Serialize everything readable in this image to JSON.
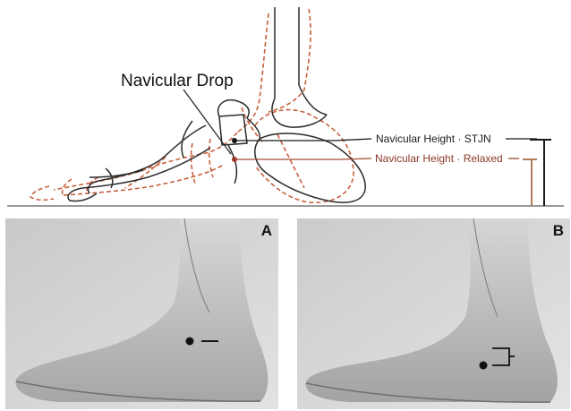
{
  "diagram": {
    "title": "Navicular Drop",
    "stjn_label": "Navicular Height · STJN",
    "relaxed_label": "Navicular Height · Relaxed",
    "colors": {
      "stjn": "#1a1a1a",
      "relaxed": "#b5523a",
      "relaxed_text": "#8b3a28",
      "bracket_relaxed": "#b07a5a"
    }
  },
  "photos": [
    {
      "letter": "A"
    },
    {
      "letter": "B"
    }
  ]
}
